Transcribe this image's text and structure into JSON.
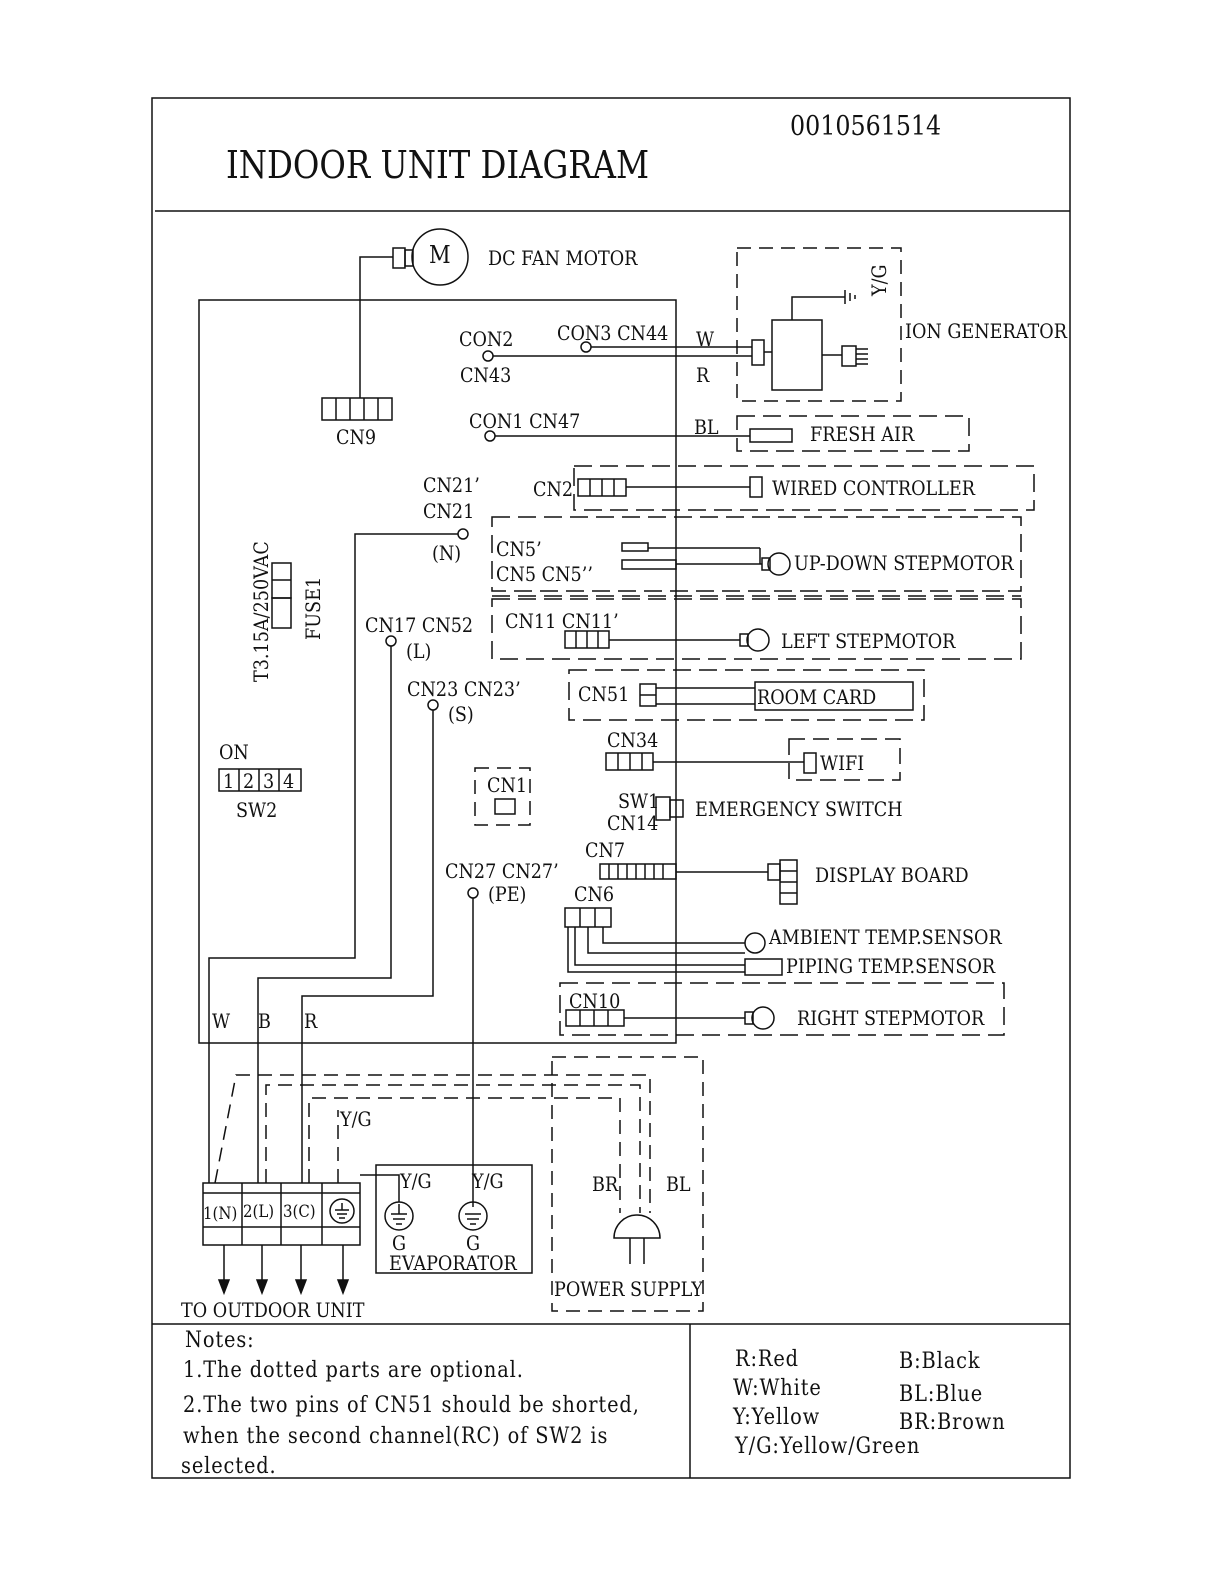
{
  "header": {
    "doc_number": "0010561514",
    "title": "INDOOR UNIT DIAGRAM"
  },
  "labels": {
    "dc_fan_motor": "DC FAN MOTOR",
    "motor_m": "M",
    "con2": "CON2",
    "cn43": "CN43",
    "con3_cn44": "CON3 CN44",
    "con1_cn47": "CON1 CN47",
    "cn9": "CN9",
    "w": "W",
    "r": "R",
    "bl": "BL",
    "yg_ion": "Y/G",
    "ion_generator": "ION GENERATOR",
    "fresh_air": "FRESH AIR",
    "cn21p": "CN21’",
    "cn21": "CN21",
    "n": "(N)",
    "cn2": "CN2",
    "wired_controller": "WIRED CONTROLLER",
    "cn5p": "CN5’",
    "cn5_cn5pp": "CN5 CN5’’",
    "up_down_stepmotor": "UP-DOWN  STEPMOTOR",
    "fuse_rating": "T3.15A/250VAC",
    "fuse1": "FUSE1",
    "cn17_cn52": "CN17 CN52",
    "l": "(L)",
    "cn11_cn11p": "CN11  CN11’",
    "left_stepmotor": "LEFT  STEPMOTOR",
    "cn23_cn23p": "CN23 CN23’",
    "s": "(S)",
    "cn51": "CN51",
    "room_card": "ROOM  CARD",
    "cn34": "CN34",
    "wifi": "WIFI",
    "on": "ON",
    "sw2_keys": [
      "1",
      "2",
      "3",
      "4"
    ],
    "sw2": "SW2",
    "cn1": "CN1",
    "sw1": "SW1",
    "cn14": "CN14",
    "emergency_switch": "EMERGENCY SWITCH",
    "cn7": "CN7",
    "display_board": "DISPLAY BOARD",
    "cn27_cn27p": "CN27 CN27’",
    "pe": "(PE)",
    "cn6": "CN6",
    "ambient_temp_sensor": "AMBIENT  TEMP.SENSOR",
    "piping_temp_sensor": "PIPING TEMP.SENSOR",
    "cn10": "CN10",
    "right_stepmotor": "RIGHT  STEPMOTOR",
    "wire_w": "W",
    "wire_b": "B",
    "wire_r": "R",
    "yg_terminal": "Y/G",
    "yg_evap1": "Y/G",
    "yg_evap2": "Y/G",
    "g1": "G",
    "g2": "G",
    "evaporator": "EVAPORATOR",
    "br": "BR",
    "bl_power": "BL",
    "power_supply": "POWER SUPPLY",
    "terminals": [
      "1(N)",
      "2(L)",
      "3(C)"
    ],
    "to_outdoor_unit": "TO OUTDOOR UNIT"
  },
  "notes": {
    "heading": "Notes:",
    "note1": "1.The  dotted parts  are optional.",
    "note2_line1": "2.The two pins of CN51 should be shorted,",
    "note2_line2": "when the second channel(RC) of SW2 is",
    "note2_line3": "selected."
  },
  "legend": {
    "r": "R:Red",
    "w": "W:White",
    "y": "Y:Yellow",
    "yg": "Y/G:Yellow/Green",
    "b": "B:Black",
    "bl": "BL:Blue",
    "br": "BR:Brown"
  }
}
